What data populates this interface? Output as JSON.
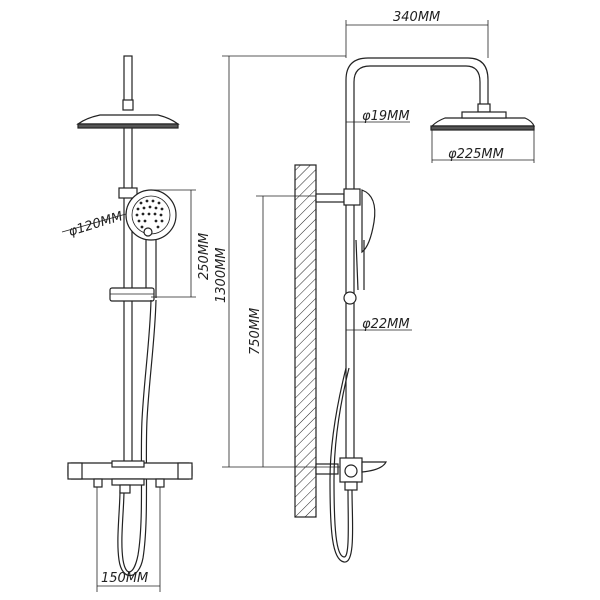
{
  "dimensions": {
    "arm_length": "340MM",
    "arm_pipe_diameter": "φ19MM",
    "overhead_diameter": "φ225MM",
    "handshower_diameter": "φ120MM",
    "handshower_length": "250MM",
    "total_height": "1300MM",
    "slide_bar_height": "750MM",
    "riser_pipe_diameter": "φ22MM",
    "valve_centers": "150MM"
  },
  "colors": {
    "line": "#222222",
    "wall_hatch": "#222222",
    "background": "#ffffff"
  }
}
